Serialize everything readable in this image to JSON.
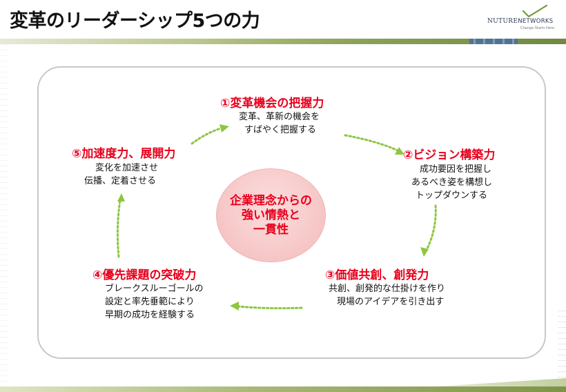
{
  "slide": {
    "title": "変革のリーダーシップ5つの力"
  },
  "logo": {
    "name_part1": "NUTURE",
    "name_part2": "NETWORKS",
    "tagline": "Change Starts Here"
  },
  "center": {
    "lines": [
      "企業理念からの",
      "強い情熱と",
      "一貫性"
    ]
  },
  "nodes": [
    {
      "title": "①変革機会の把握力",
      "desc": [
        "変革、革新の機会を",
        "すばやく把握する"
      ]
    },
    {
      "title": "②ビジョン構築力",
      "desc": [
        "成功要因を把握し",
        "あるべき姿を構想し",
        "トップダウンする"
      ]
    },
    {
      "title": "③価値共創、創発力",
      "desc": [
        "共創、創発的な仕掛けを作り",
        "現場のアイデアを引き出す"
      ]
    },
    {
      "title": "④優先課題の突破力",
      "desc": [
        "ブレークスルーゴールの",
        "設定と率先垂範により",
        "早期の成功を経験する"
      ]
    },
    {
      "title": "⑤加速度力、展開力",
      "desc": [
        "変化を加速させ",
        "伝播、定着させる"
      ]
    }
  ],
  "colors": {
    "accent_red": "#e8001c",
    "arrow_green": "#8dc63f",
    "center_fill": "#f7c9c9"
  }
}
